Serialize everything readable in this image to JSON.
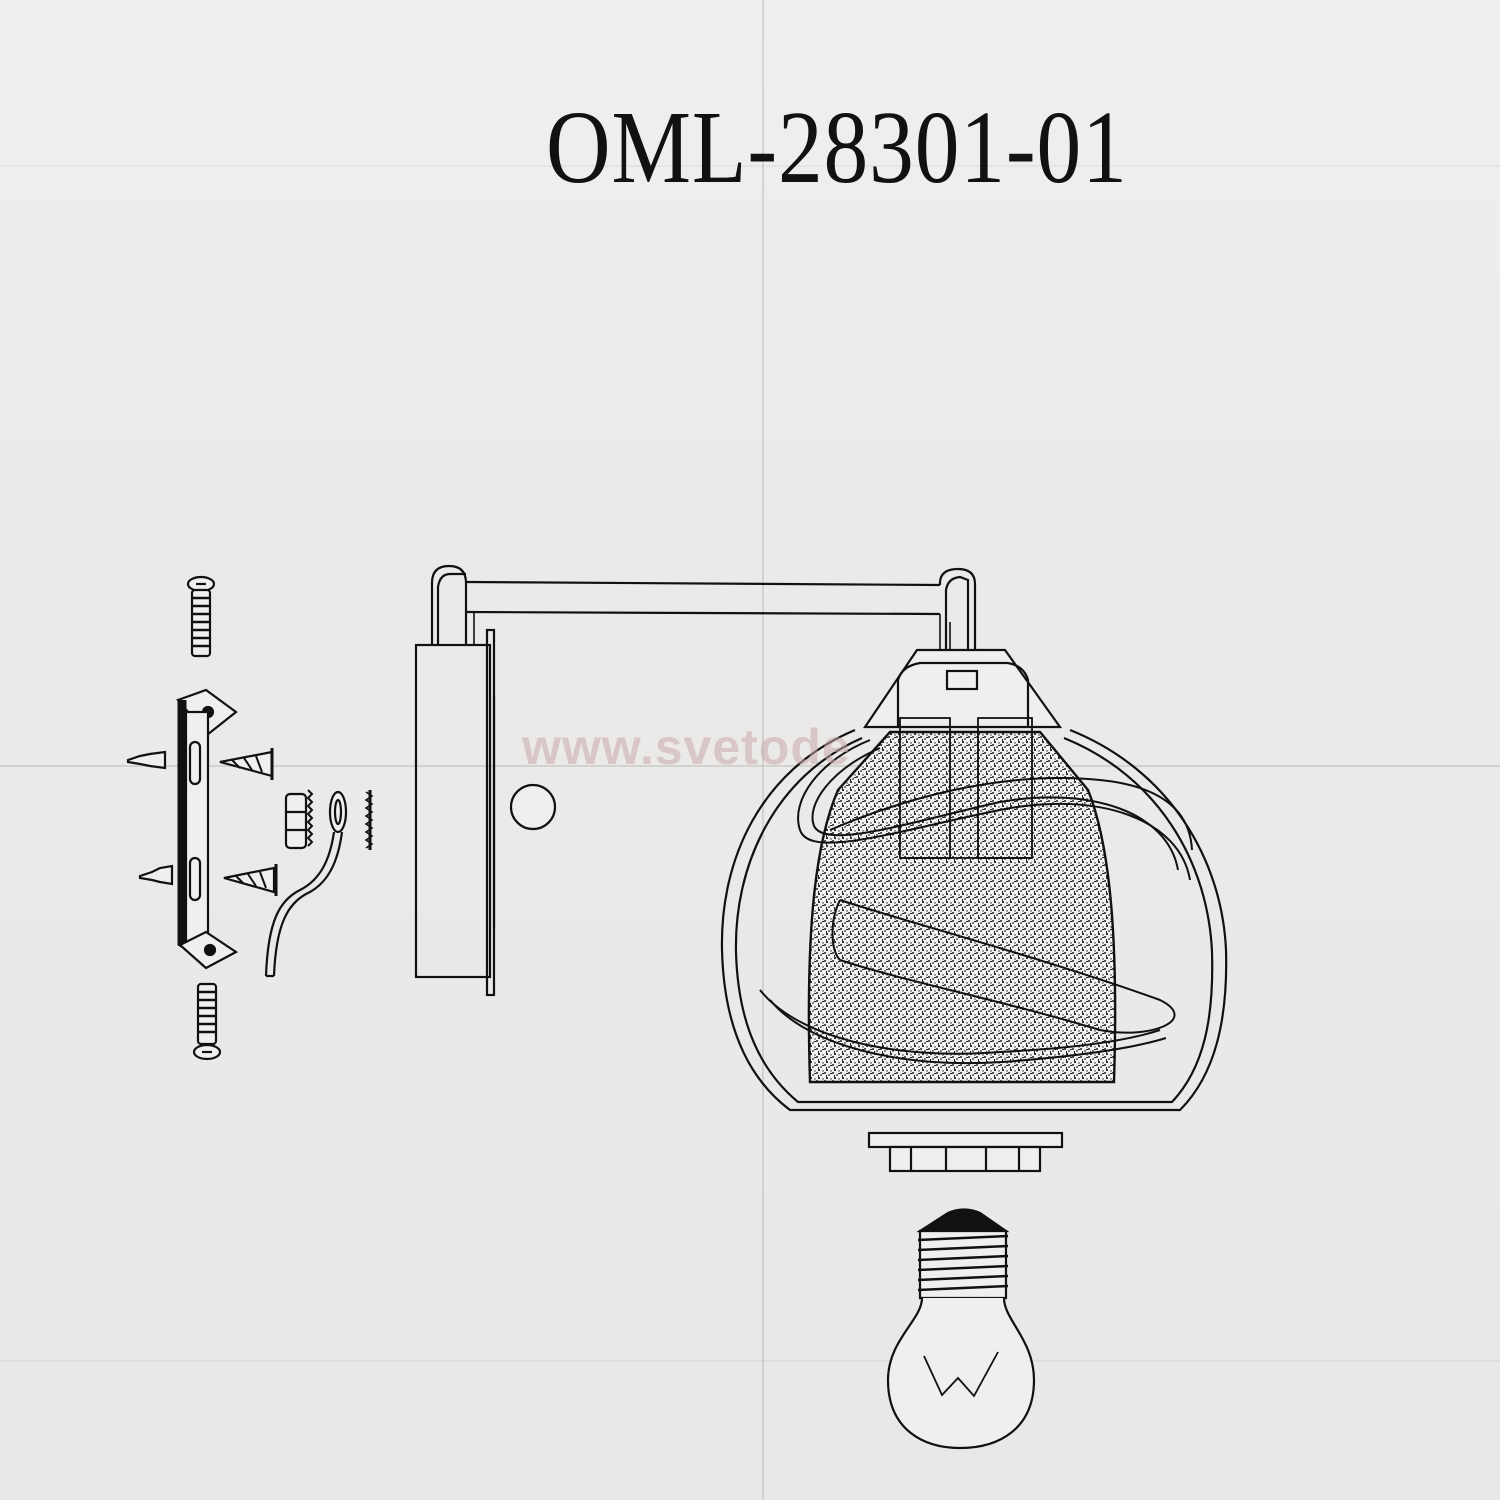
{
  "document": {
    "type": "assembly-diagram",
    "model_code": "OML-28301-01",
    "watermark": "www.svetode",
    "colors": {
      "paper": "#ecebe9",
      "ink": "#111111",
      "watermark": "#c8aaaa",
      "fold": "#bebebe"
    }
  },
  "parts": [
    {
      "id": "mounting-screw-top",
      "label": "Mounting screw"
    },
    {
      "id": "mounting-bracket",
      "label": "Mounting bracket"
    },
    {
      "id": "wall-anchors",
      "label": "Wall plugs (x2)"
    },
    {
      "id": "wood-screws",
      "label": "Wall screws (x2)"
    },
    {
      "id": "hex-nut",
      "label": "Hex nut"
    },
    {
      "id": "ground-wire",
      "label": "Ground wire with ring terminal"
    },
    {
      "id": "threaded-nipple",
      "label": "Threaded nipple"
    },
    {
      "id": "mounting-screw-bottom",
      "label": "Mounting screw"
    },
    {
      "id": "wall-plate",
      "label": "Wall back plate with arm"
    },
    {
      "id": "lamp-holder",
      "label": "Lamp holder"
    },
    {
      "id": "glass-shade",
      "label": "Glass shade with swirl decoration"
    },
    {
      "id": "shade-ring",
      "label": "Shade locking ring"
    },
    {
      "id": "light-bulb",
      "label": "E27 light bulb"
    }
  ]
}
